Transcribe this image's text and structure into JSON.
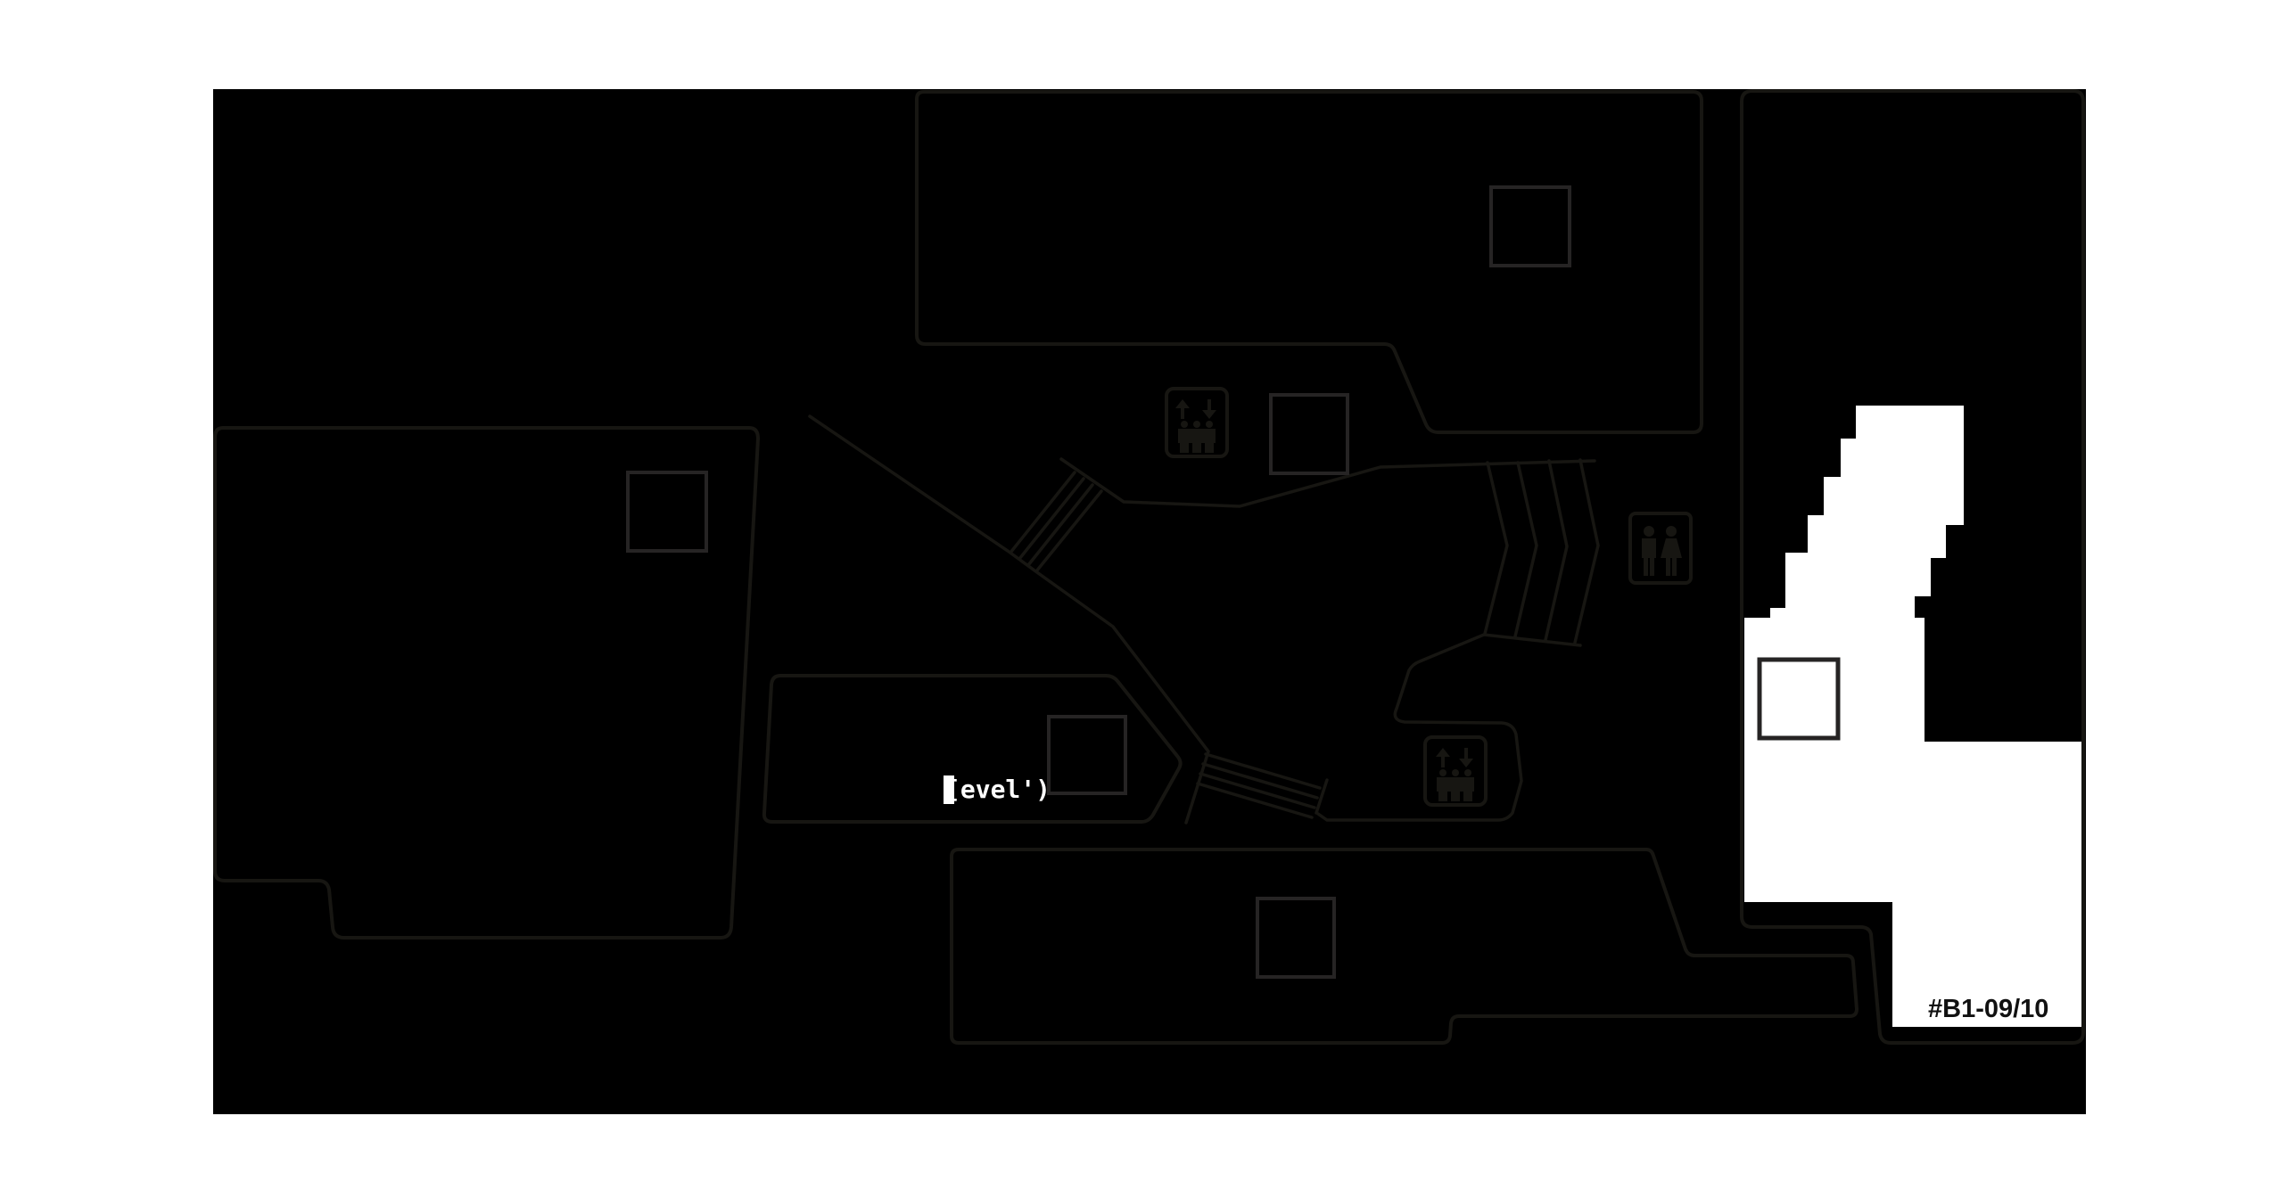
{
  "map": {
    "background_color": "#000000",
    "outline_color": "#171612",
    "highlight_color": "#ffffff",
    "unit_label": "#B1-09/10",
    "area_label": "[evel')",
    "icons": [
      {
        "name": "elevator-icon",
        "position": "upper-center"
      },
      {
        "name": "elevator-icon",
        "position": "lower-center"
      },
      {
        "name": "restroom-icon",
        "position": "center-right"
      }
    ],
    "features": [
      "left-building",
      "top-building",
      "middle-building",
      "bottom-building",
      "right-building-highlighted",
      "escalator-upper",
      "escalator-lower",
      "stairs-chevron"
    ]
  }
}
